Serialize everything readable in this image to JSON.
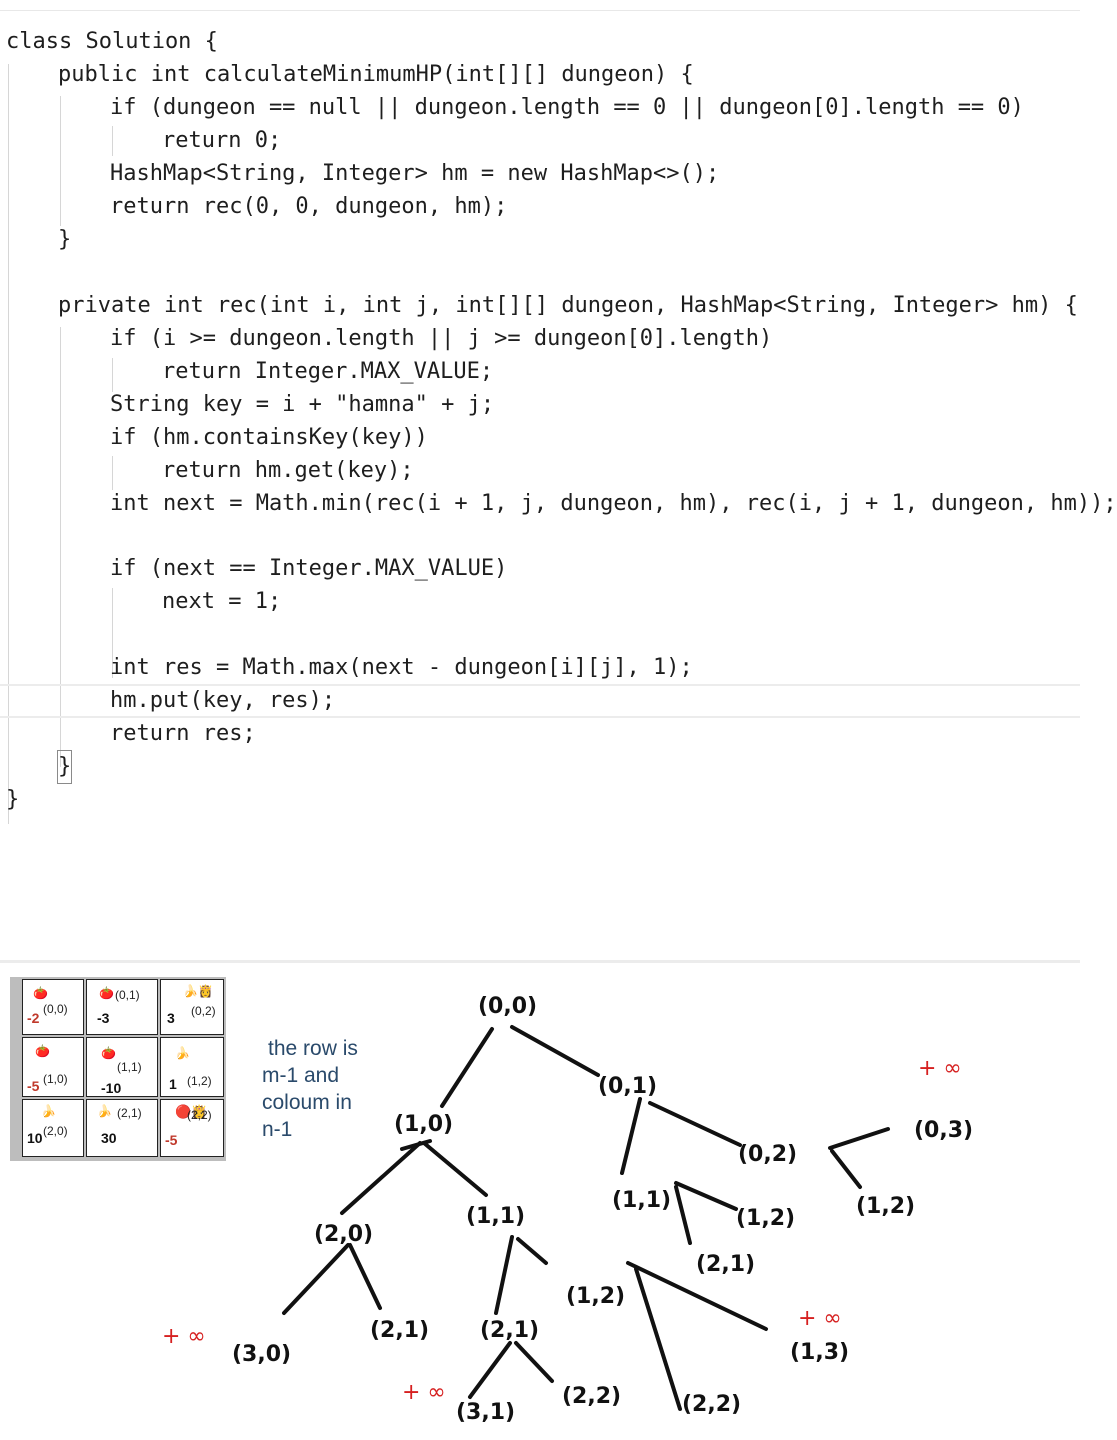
{
  "code": {
    "lines": [
      "class Solution {",
      "public int calculateMinimumHP(int[][] dungeon) {",
      "if (dungeon == null || dungeon.length == 0 || dungeon[0].length == 0)",
      "return 0;",
      "HashMap<String, Integer> hm = new HashMap<>();",
      "return rec(0, 0, dungeon, hm);",
      "}",
      "private int rec(int i, int j, int[][] dungeon, HashMap<String, Integer> hm) {",
      "if (i >= dungeon.length || j >= dungeon[0].length)",
      "return Integer.MAX_VALUE;",
      "String key = i + \"hamna\" + j;",
      "if (hm.containsKey(key))",
      "return hm.get(key);",
      "int next = Math.min(rec(i + 1, j, dungeon, hm), rec(i, j + 1, dungeon, hm));",
      "if (next == Integer.MAX_VALUE)",
      "next = 1;",
      "int res = Math.max(next - dungeon[i][j], 1);",
      "hm.put(key, res);",
      "return res;",
      "}",
      "}"
    ]
  },
  "grid": {
    "cells": [
      {
        "coord": "(0,0)",
        "value": "-2",
        "emoji": "🍅",
        "red": true
      },
      {
        "coord": "(0,1)",
        "value": "-3",
        "emoji": "🍅",
        "red": false
      },
      {
        "coord": "(0,2)",
        "value": "3",
        "emoji": "🍌👸",
        "red": false
      },
      {
        "coord": "(1,0)",
        "value": "-5",
        "emoji": "🍅",
        "red": true
      },
      {
        "coord": "(1,1)",
        "value": "-10",
        "emoji": "🍅",
        "red": false
      },
      {
        "coord": "(1,2)",
        "value": "1",
        "emoji": "🍌",
        "red": false
      },
      {
        "coord": "(2,0)",
        "value": "10",
        "emoji": "🍌",
        "red": false
      },
      {
        "coord": "(2,1)",
        "value": "30",
        "emoji": "🍌",
        "red": false
      },
      {
        "coord": "(2,2)",
        "value": "-5",
        "emoji": "🔴👸",
        "red": true
      }
    ]
  },
  "note": {
    "lines": [
      "the row is",
      "m-1 and",
      "coloum in",
      "n-1"
    ]
  },
  "tree": {
    "nodes": {
      "n00": "(0,0)",
      "n10": "(1,0)",
      "n01": "(0,1)",
      "n20": "(2,0)",
      "n11a": "(1,1)",
      "n11b": "(1,1)",
      "n02": "(0,2)",
      "n03": "(0,3)",
      "n12a": "(1,2)",
      "n12b": "(1,2)",
      "n21a": "(2,1)",
      "n30": "(3,0)",
      "n21b": "(2,1)",
      "n21c": "(2,1)",
      "n12c": "(1,2)",
      "n31": "(3,1)",
      "n22a": "(2,2)",
      "n22b": "(2,2)",
      "n13": "(1,3)"
    },
    "infinity": "+ ∞"
  }
}
